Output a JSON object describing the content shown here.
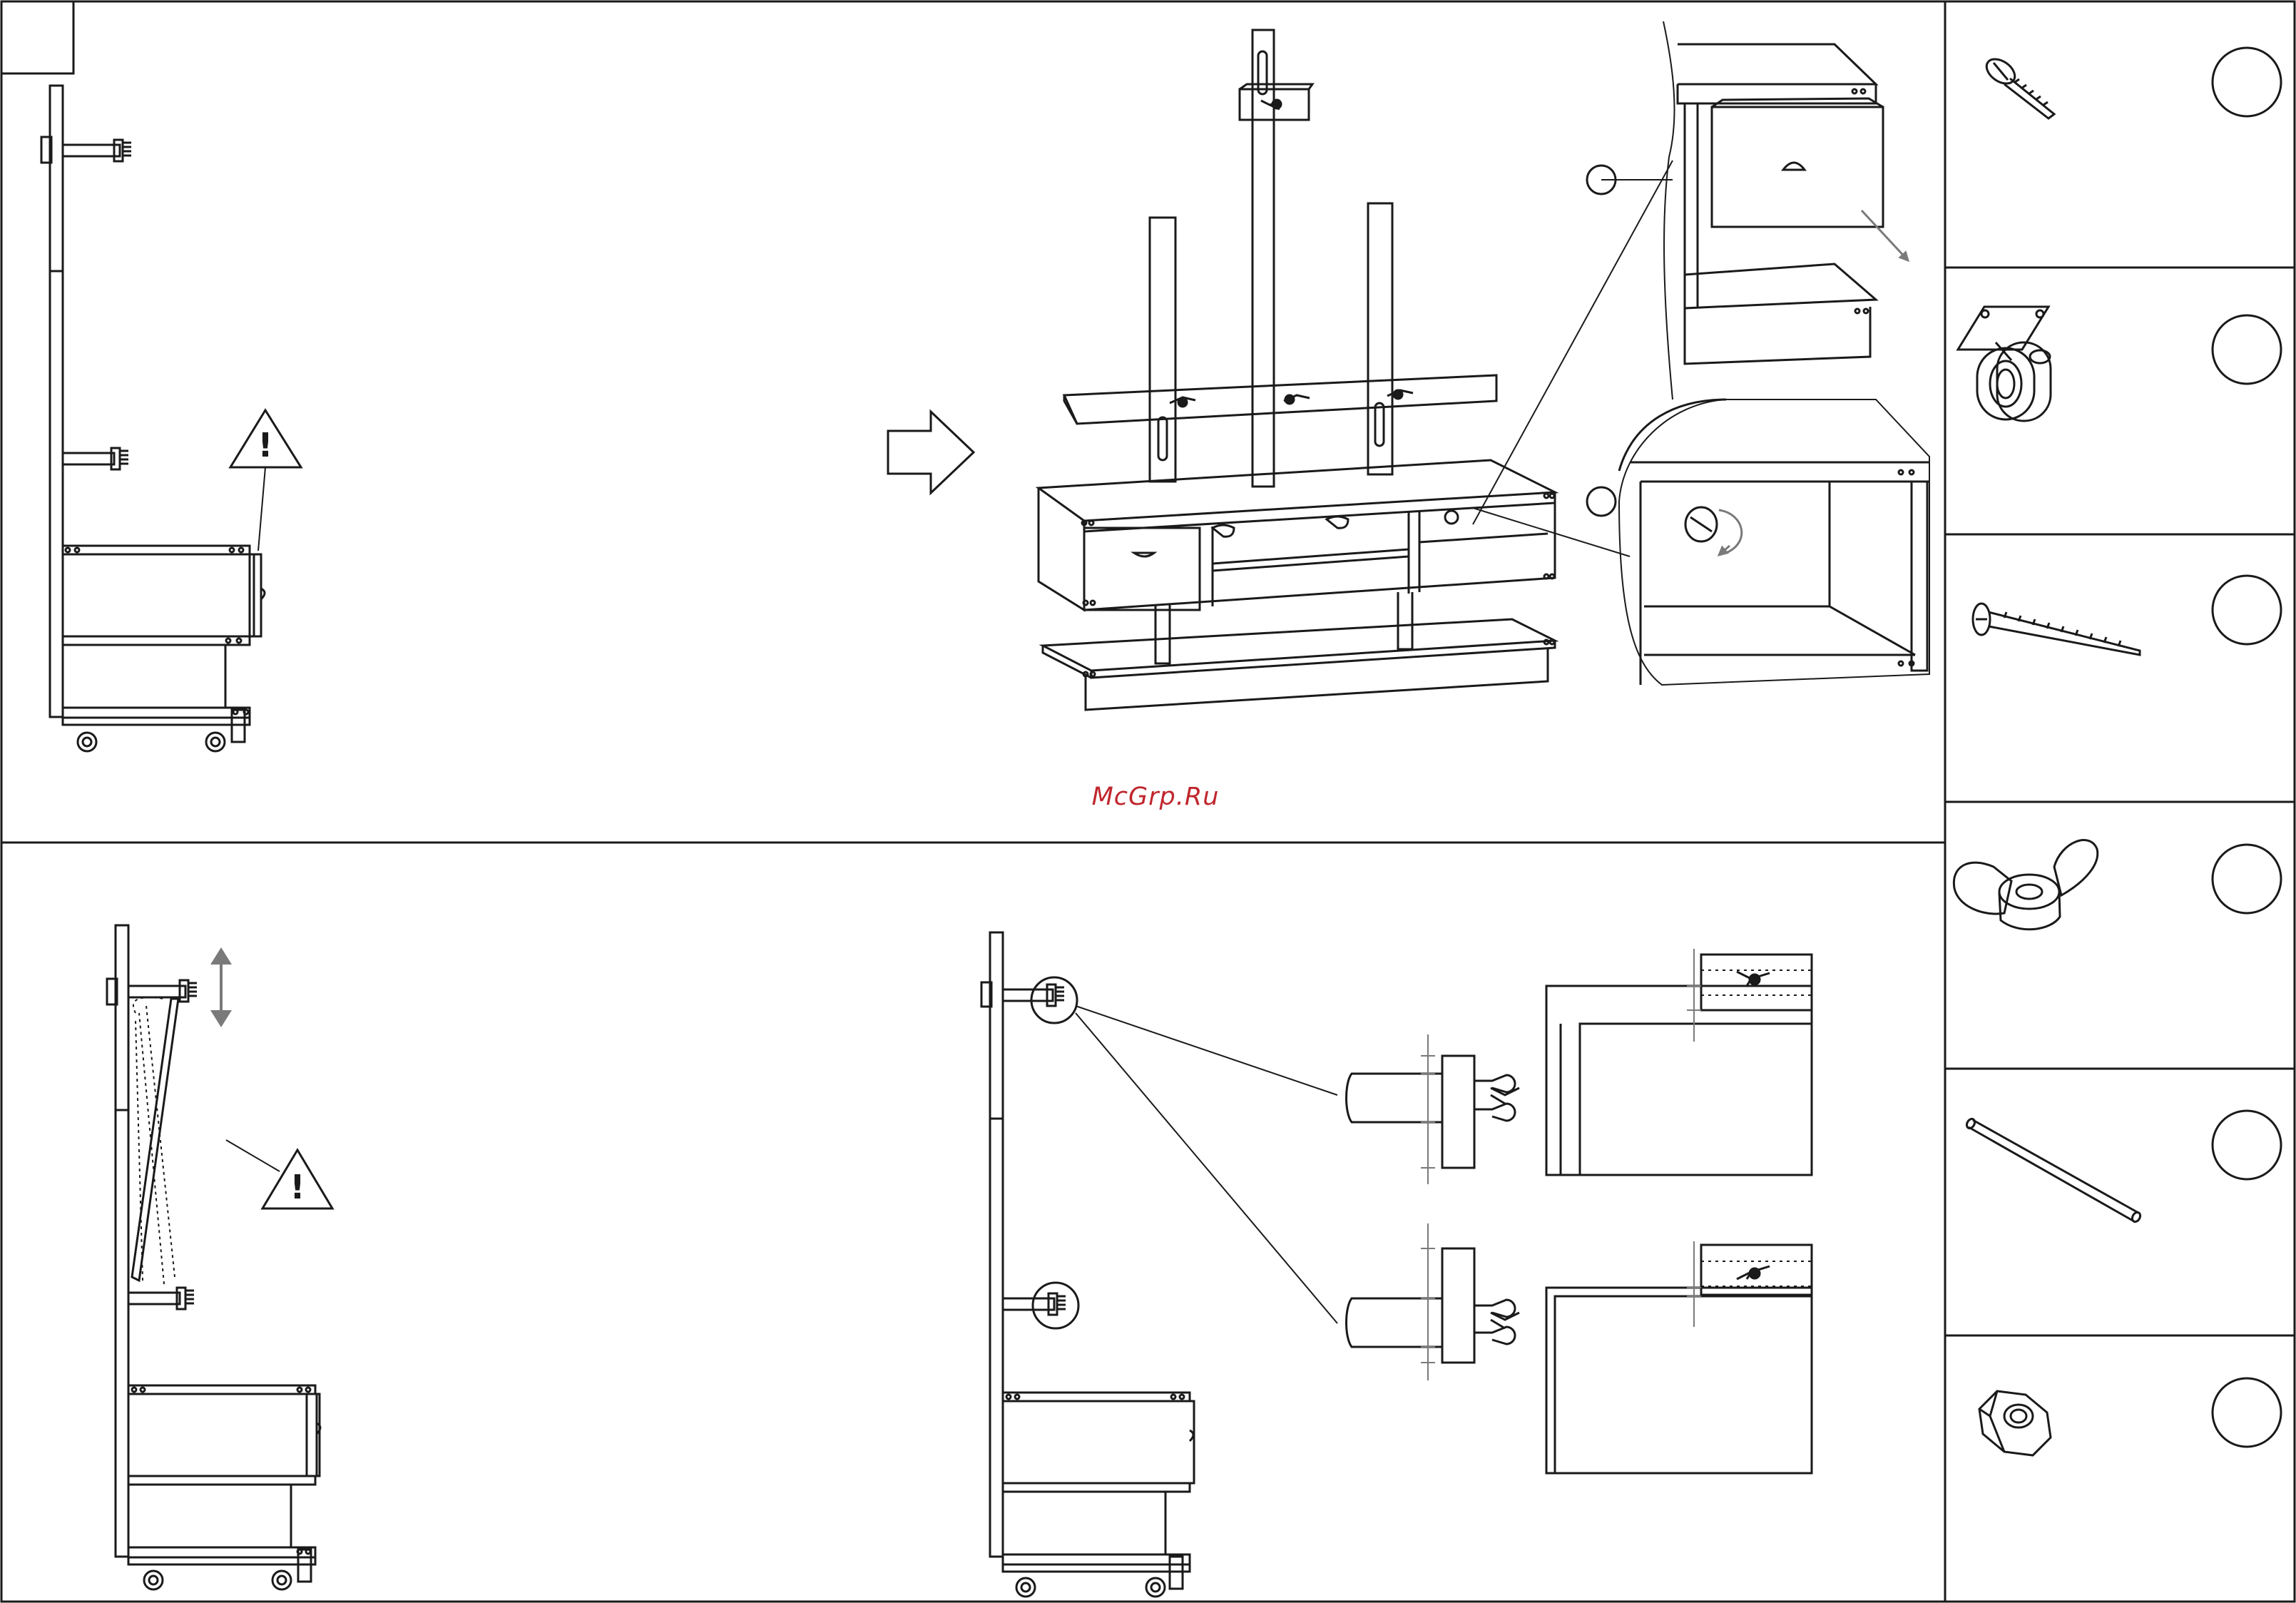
{
  "document": {
    "step_number": "",
    "watermark": "McGrp.Ru",
    "warning_symbol": "!",
    "parts_legend": [
      {
        "name": "countersunk-screw-short",
        "count": ""
      },
      {
        "name": "caster-wheel",
        "count": ""
      },
      {
        "name": "countersunk-screw-long",
        "count": ""
      },
      {
        "name": "wing-nut",
        "count": ""
      },
      {
        "name": "metal-rod",
        "count": ""
      },
      {
        "name": "hex-nut",
        "count": ""
      }
    ]
  },
  "colors": {
    "line": "#1a1a1a",
    "arrow": "#7a7a7a",
    "watermark": "#c0262d",
    "background": "#ffffff"
  }
}
